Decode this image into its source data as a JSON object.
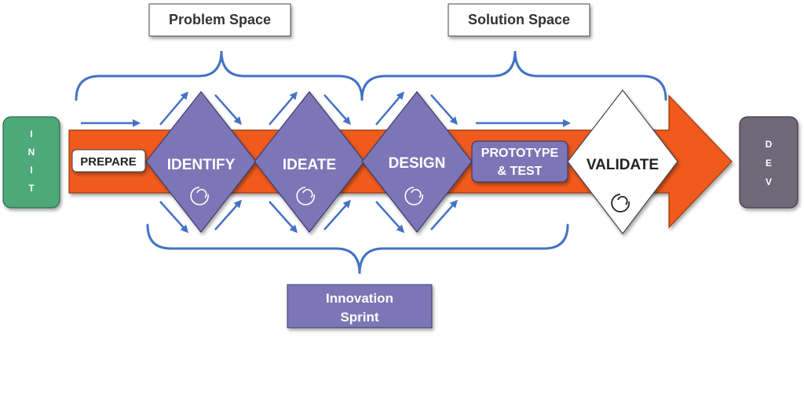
{
  "space_labels": {
    "problem": "Problem Space",
    "solution": "Solution Space"
  },
  "start_box": {
    "letters": [
      "I",
      "N",
      "I",
      "T"
    ]
  },
  "end_box": {
    "letters": [
      "D",
      "E",
      "V"
    ]
  },
  "stages": {
    "prepare": "PREPARE",
    "identify": "IDENTIFY",
    "ideate": "IDEATE",
    "design": "DESIGN",
    "prototype_line1": "PROTOTYPE",
    "prototype_line2": "& TEST",
    "validate": "VALIDATE"
  },
  "sprint": {
    "line1": "Innovation",
    "line2": "Sprint"
  },
  "icons": {
    "iteration": "cycle-icon"
  },
  "colors": {
    "arrow": "#f05a1e",
    "diamond": "#7b76b6",
    "brace": "#4472c4",
    "init_box": "#4ea87a",
    "dev_box": "#6e6878",
    "sprint_box": "#7b76b6"
  }
}
